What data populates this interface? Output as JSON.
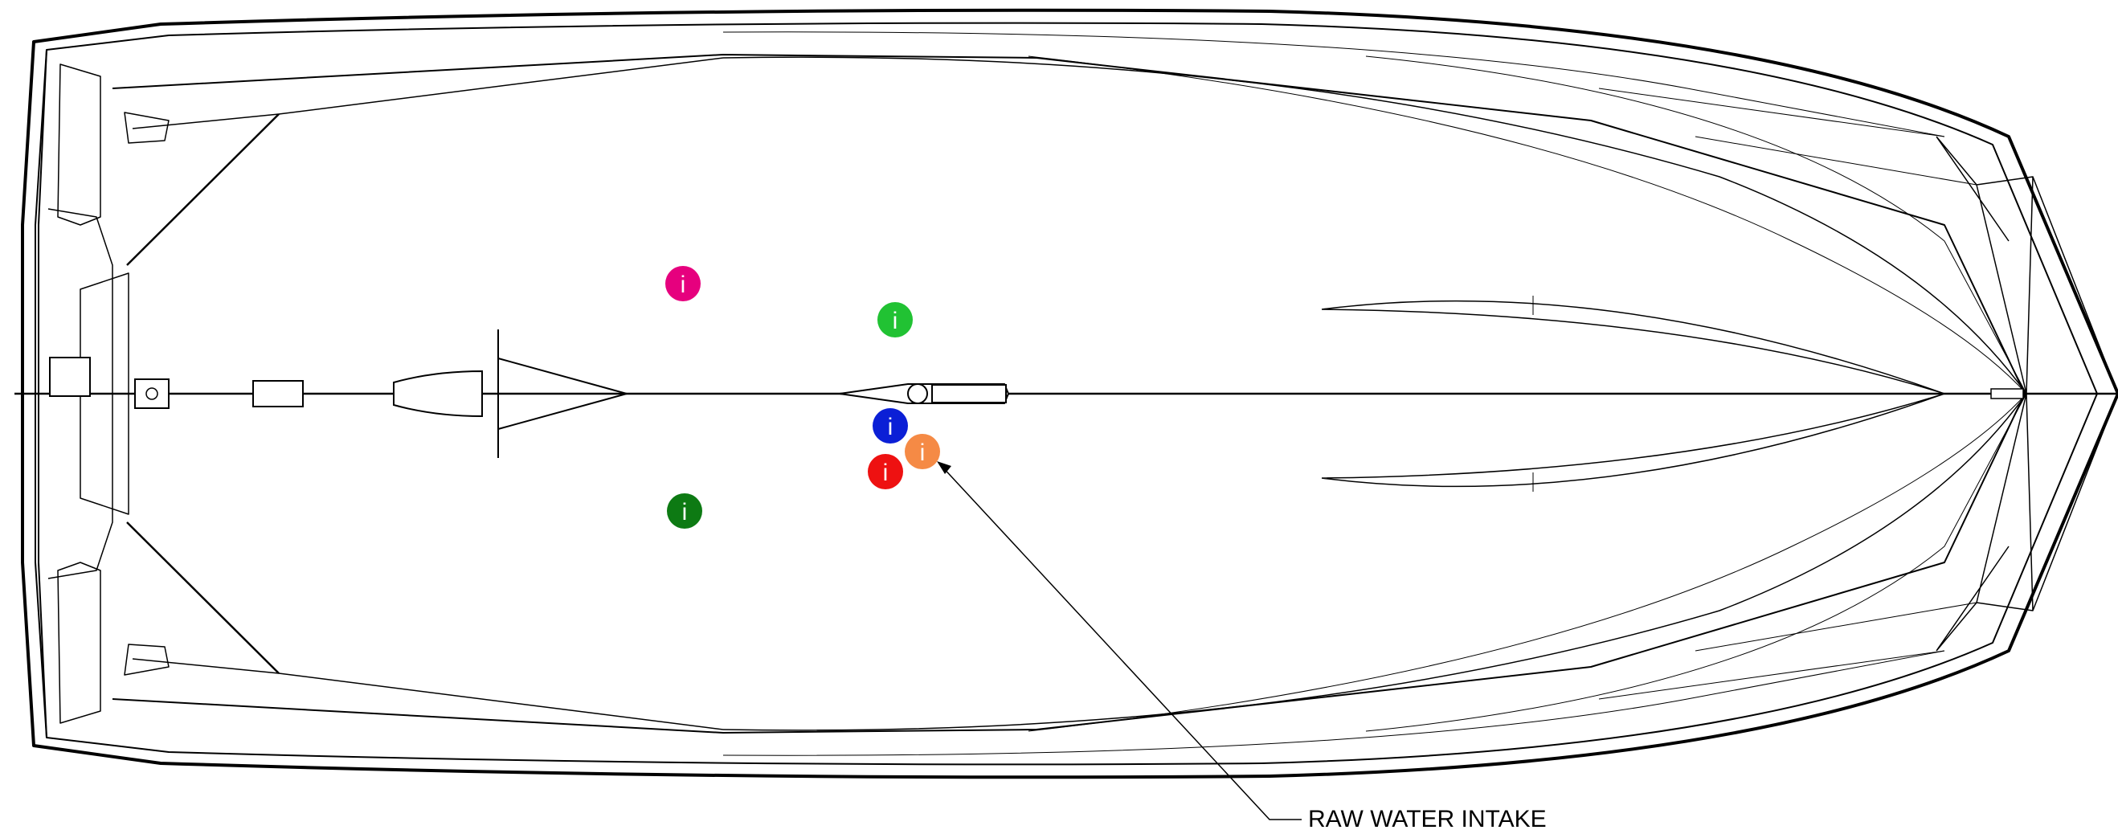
{
  "diagram": {
    "view": "hull-bottom-plan",
    "line_color": "#000000",
    "background": "#ffffff"
  },
  "hotspots": [
    {
      "id": "hotspot-magenta",
      "color": "#e6007e",
      "glyph": "i"
    },
    {
      "id": "hotspot-light-green",
      "color": "#21c233",
      "glyph": "i"
    },
    {
      "id": "hotspot-blue",
      "color": "#0b1fd6",
      "glyph": "i"
    },
    {
      "id": "hotspot-orange",
      "color": "#f58a45",
      "glyph": "i"
    },
    {
      "id": "hotspot-red",
      "color": "#ee1111",
      "glyph": "i"
    },
    {
      "id": "hotspot-dark-green",
      "color": "#0d7a13",
      "glyph": "i"
    }
  ],
  "callouts": {
    "raw_water_intake": "RAW WATER INTAKE"
  }
}
